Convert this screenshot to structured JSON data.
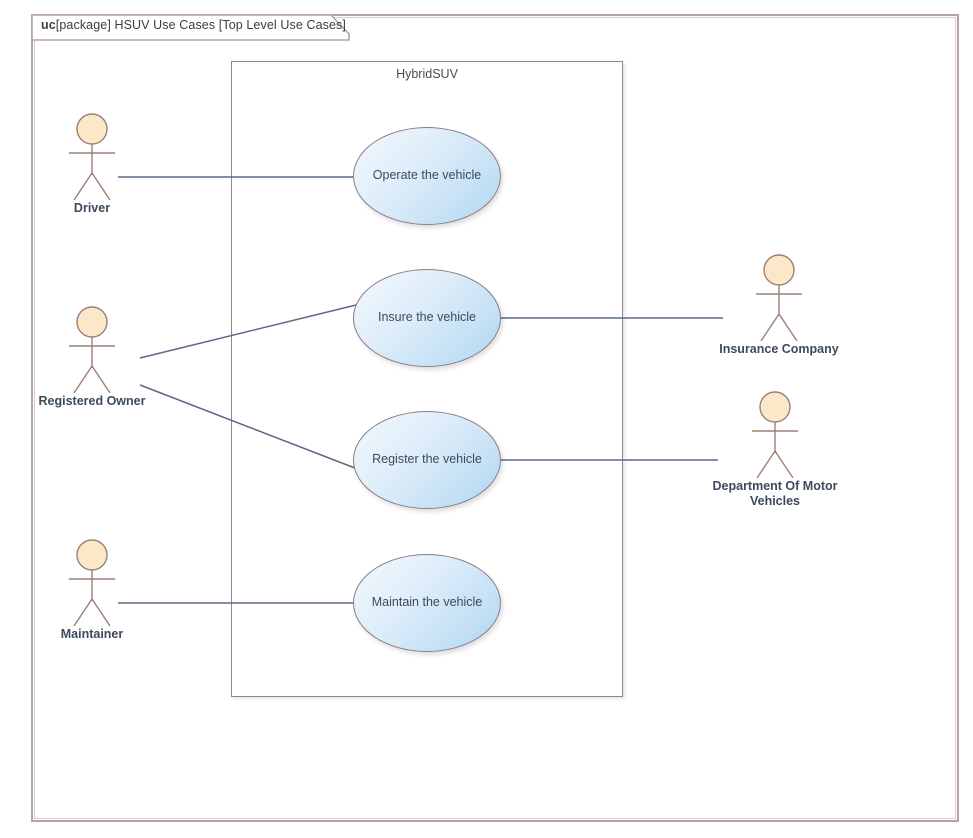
{
  "diagram": {
    "frame_tab": {
      "keyword": "uc",
      "rest": "[package] HSUV Use Cases [Top Level Use Cases]"
    },
    "system_boundary": {
      "label": "HybridSUV"
    },
    "actors": [
      {
        "id": "driver",
        "label": "Driver",
        "icon": "actor-stick-figure-icon"
      },
      {
        "id": "registered-owner",
        "label": "Registered Owner",
        "icon": "actor-stick-figure-icon"
      },
      {
        "id": "maintainer",
        "label": "Maintainer",
        "icon": "actor-stick-figure-icon"
      },
      {
        "id": "insurance-company",
        "label": "Insurance Company",
        "icon": "actor-stick-figure-icon"
      },
      {
        "id": "dmv",
        "label": "Department Of Motor Vehicles",
        "icon": "actor-stick-figure-icon"
      }
    ],
    "use_cases": [
      {
        "id": "operate",
        "label": "Operate the vehicle"
      },
      {
        "id": "insure",
        "label": "Insure the vehicle"
      },
      {
        "id": "register",
        "label": "Register the vehicle"
      },
      {
        "id": "maintain",
        "label": "Maintain the vehicle"
      }
    ],
    "associations": [
      {
        "from": "driver",
        "to": "operate"
      },
      {
        "from": "registered-owner",
        "to": "insure"
      },
      {
        "from": "registered-owner",
        "to": "register"
      },
      {
        "from": "maintainer",
        "to": "maintain"
      },
      {
        "from": "insure",
        "to": "insurance-company"
      },
      {
        "from": "register",
        "to": "dmv"
      }
    ],
    "colors": {
      "frame_border": "#b5a3a6",
      "boundary_border": "#9d8287",
      "usecase_border": "#8d7b84",
      "usecase_fill_light": "#f2f8fd",
      "usecase_fill_dark": "#aed5f0",
      "connector": "#5a6a86",
      "actor_head_fill": "#fbe8c8",
      "actor_stroke": "#9d7f78",
      "text": "#3d4a5c"
    }
  }
}
